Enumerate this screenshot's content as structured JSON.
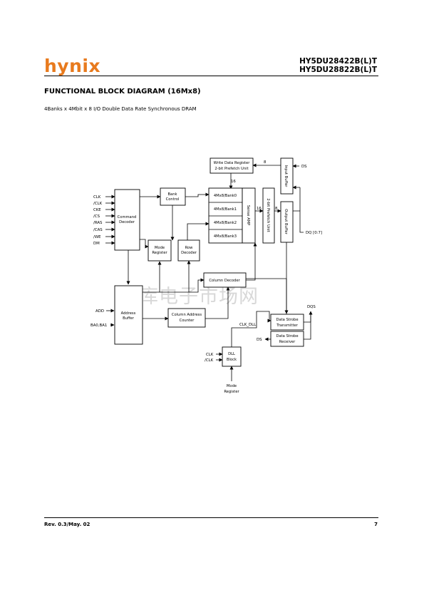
{
  "header": {
    "logo_text": "hynix",
    "part_numbers": [
      "HY5DU28422B(L)T",
      "HY5DU28822B(L)T"
    ]
  },
  "title": "FUNCTIONAL BLOCK DIAGRAM (16Mx8)",
  "subtitle": "4Banks x 4Mbit x 8 I/O Double Data Rate Synchronous DRAM",
  "diagram": {
    "command_inputs": [
      "CLK",
      "/CLK",
      "CKE",
      "/CS",
      "/RAS",
      "/CAS",
      "/WE",
      "DM"
    ],
    "blocks": {
      "command_decoder": [
        "Command",
        "Decoder"
      ],
      "bank_control": [
        "Bank",
        "Control"
      ],
      "mode_register": [
        "Mode",
        "Register"
      ],
      "row_decoder": [
        "Row",
        "Decoder"
      ],
      "banks": [
        "4Mx8/Bank0",
        "4Mx8/Bank1",
        "4Mx8/Bank2",
        "4Mx8/Bank3"
      ],
      "sense_amp": "Sense AMP",
      "write_data_register": [
        "Write Data Register",
        "2-bit Prefetch Unit"
      ],
      "prefetch_unit": "2-bit Prefetch Unit",
      "input_buffer": "Input Buffer",
      "output_buffer": "Output Buffer",
      "column_decoder": "Column Decoder",
      "address_buffer": [
        "Address",
        "Buffer"
      ],
      "column_address_counter": [
        "Column Address",
        "Counter"
      ],
      "data_strobe_transmitter": [
        "Data Strobe",
        "Transmitter"
      ],
      "data_strobe_receiver": [
        "Data Strobe",
        "Receiver"
      ],
      "dll_block": [
        "DLL",
        "Block"
      ]
    },
    "signals": {
      "ds_top": "DS",
      "dq": "DQ [0:7]",
      "dqs": "DQS",
      "ds_receiver": "DS",
      "clk_dll": "CLK_DLL",
      "add": "ADD",
      "ba": "BA0,BA1",
      "dll_clk": "CLK",
      "dll_nclk": "/CLK",
      "mode_register_in": [
        "Mode",
        "Register"
      ]
    },
    "bus_widths": {
      "write_to_input": "8",
      "write_to_banks": "16",
      "sense_to_prefetch": "16",
      "prefetch_to_output": "8"
    },
    "watermark": "维库电子市场网"
  },
  "footer": {
    "revision": "Rev. 0.3/May. 02",
    "page_number": "7"
  }
}
